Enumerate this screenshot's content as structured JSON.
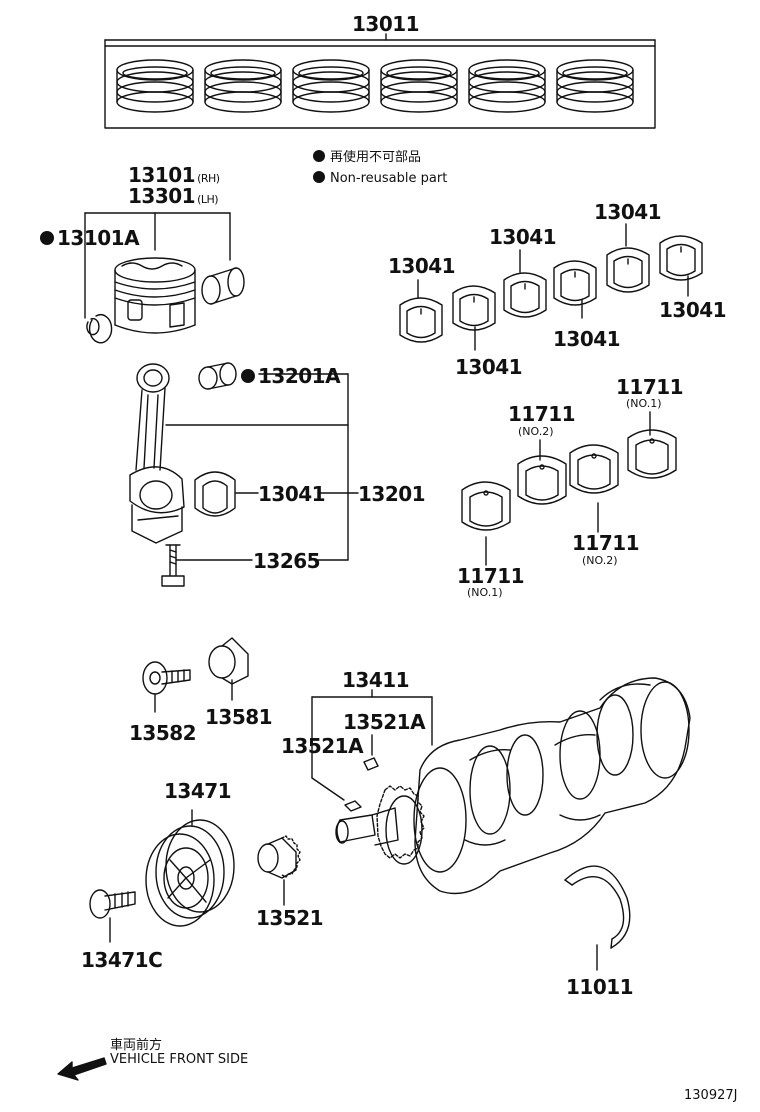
{
  "legend": {
    "jp": "再使用不可部品",
    "en": "Non-reusable part"
  },
  "parts": {
    "ring_set": "13011",
    "piston_rh": "13101",
    "piston_rh_note": "(RH)",
    "piston_lh": "13301",
    "piston_lh_note": "(LH)",
    "snap_ring": "13101A",
    "rod_bushing": "13201A",
    "rod_bearing": "13041",
    "rod_assy": "13201",
    "rod_bolt": "13265",
    "bearing_13041_a": "13041",
    "bearing_13041_b": "13041",
    "bearing_13041_c": "13041",
    "bearing_13041_d": "13041",
    "bearing_13041_e": "13041",
    "bearing_13041_f": "13041",
    "main_bearing_a": "11711",
    "main_bearing_a_note": "(NO.1)",
    "main_bearing_b": "11711",
    "main_bearing_b_note": "(NO.2)",
    "main_bearing_c": "11711",
    "main_bearing_c_note": "(NO.2)",
    "main_bearing_d": "11711",
    "main_bearing_d_note": "(NO.1)",
    "bolt_13582": "13582",
    "plug_13581": "13581",
    "crankshaft": "13411",
    "key_a": "13521A",
    "key_b": "13521A",
    "pulley": "13471",
    "pulley_bolt": "13471C",
    "timing_gear": "13521",
    "thrust_washer": "11011"
  },
  "footer": {
    "front_jp": "車両前方",
    "front_en": "VEHICLE FRONT SIDE",
    "diagram_code": "130927J"
  }
}
